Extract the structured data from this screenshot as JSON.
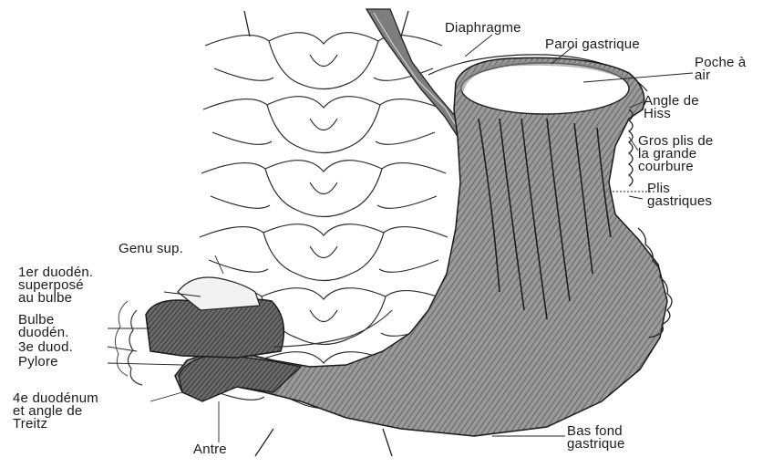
{
  "diagram": {
    "colors": {
      "line": "#222222",
      "stomach_fill": "#8a8a8a",
      "stomach_dark": "#5e5e5e",
      "duodenum_fill": "#6f6f6f",
      "paper": "#ffffff"
    },
    "labels": {
      "diaphragme": "Diaphragme",
      "paroi_gastrique": "Paroi gastrique",
      "poche_air": [
        "Poche à",
        "air"
      ],
      "angle_hiss": [
        "Angle de",
        "Hiss"
      ],
      "gros_plis": [
        "Gros plis de",
        "la grande",
        "courbure"
      ],
      "plis_gastriques": [
        "Plis",
        "gastriques"
      ],
      "genu_sup": "Genu sup.",
      "premier_duoden": [
        "1er duodén.",
        "superposé",
        "au bulbe"
      ],
      "bulbe": [
        "Bulbe",
        "duodén."
      ],
      "troisieme_duod": "3e duod.",
      "pylore": "Pylore",
      "quatrieme_duodenum": [
        "4e duodénum",
        "et angle de",
        "Treitz"
      ],
      "antre": "Antre",
      "bas_fond": [
        "Bas fond",
        "gastrique"
      ]
    }
  }
}
